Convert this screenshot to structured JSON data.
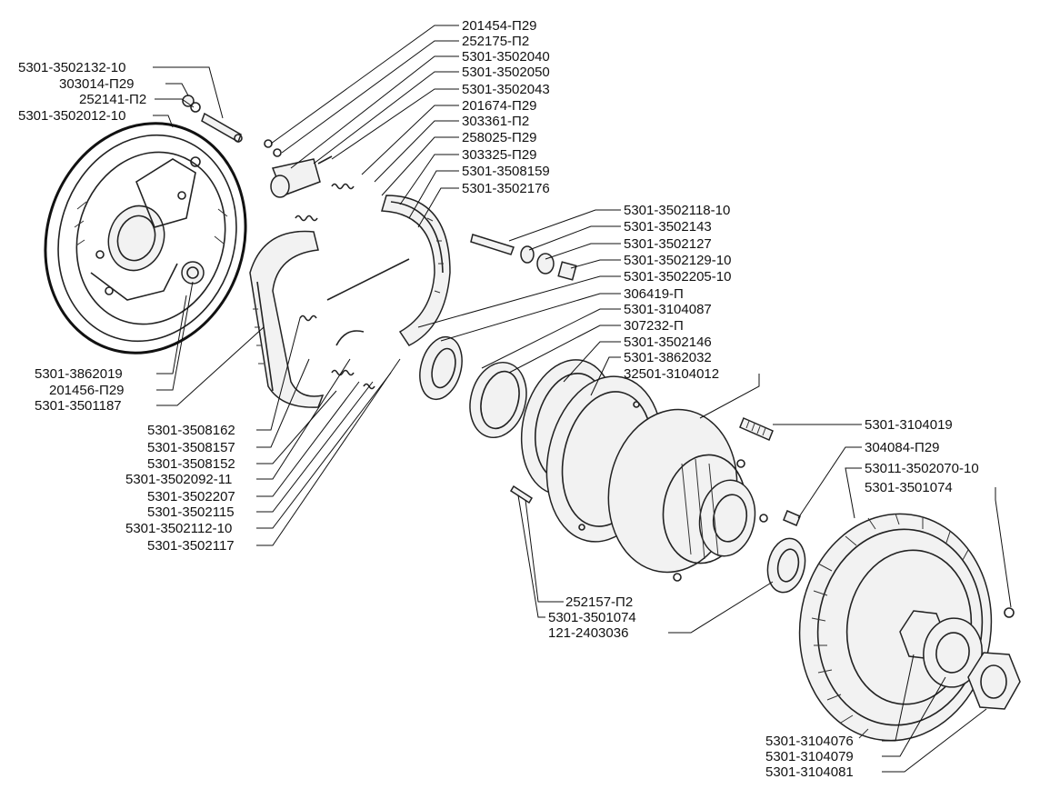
{
  "title": "",
  "parts": {
    "top_group": [
      "201454-П29",
      "252175-П2",
      "5301-3502040",
      "5301-3502050",
      "5301-3502043",
      "201674-П29",
      "303361-П2",
      "258025-П29",
      "303325-П29",
      "5301-3508159",
      "5301-3502176"
    ],
    "top_left_group": [
      "5301-3502132-10",
      "303014-П29",
      "252141-П2",
      "5301-3502012-10"
    ],
    "middle_right_group": [
      "5301-3502118-10",
      "5301-3502143",
      "5301-3502127",
      "5301-3502129-10",
      "5301-3502205-10",
      "306419-П",
      "5301-3104087",
      "307232-П",
      "5301-3502146",
      "5301-3862032",
      "32501-3104012"
    ],
    "left_middle_group": [
      "5301-3862019",
      "201456-П29",
      "5301-3501187"
    ],
    "left_bottom_group": [
      "5301-3508162",
      "5301-3508157",
      "5301-3508152",
      "5301-3502092-11",
      "5301-3502207",
      "5301-3502115",
      "5301-3502112-10",
      "5301-3502117"
    ],
    "right_group": [
      "5301-3104019",
      "304084-П29",
      "53011-3502070-10",
      "5301-3501074"
    ],
    "bottom_center_group": [
      "252157-П2",
      "5301-3501074",
      "121-2403036"
    ],
    "bottom_right_group": [
      "5301-3104076",
      "5301-3104079",
      "5301-3104081"
    ]
  }
}
